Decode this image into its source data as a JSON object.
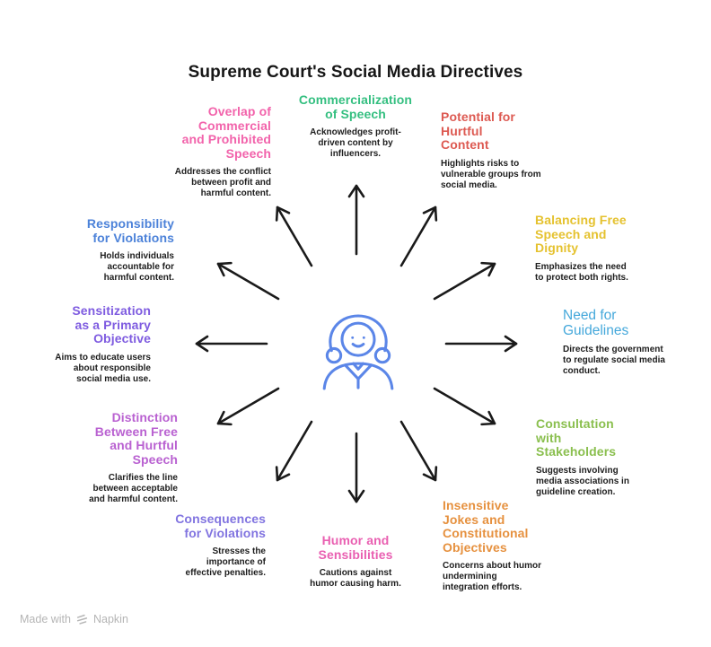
{
  "title": "Supreme Court's Social Media Directives",
  "center": {
    "icon": "judge-avatar-icon",
    "icon_color": "#5b86e8"
  },
  "arrow_color": "#1a1a1a",
  "topics": [
    {
      "id": "commercialization-of-speech",
      "heading": "Commercialization\nof Speech",
      "body": "Acknowledges profit-\ndriven content by\ninfluencers.",
      "color": "#34bf80"
    },
    {
      "id": "potential-for-hurtful-content",
      "heading": "Potential for\nHurtful\nContent",
      "body": "Highlights risks to\nvulnerable groups from\nsocial media.",
      "color": "#dd5a52"
    },
    {
      "id": "balancing-free-speech-and-dignity",
      "heading": "Balancing Free\nSpeech and\nDignity",
      "body": "Emphasizes the need\nto protect both rights.",
      "color": "#e5c22f"
    },
    {
      "id": "need-for-guidelines",
      "heading": "Need for\nGuidelines",
      "body": "Directs the government\nto regulate social media\nconduct.",
      "color": "#45a8db"
    },
    {
      "id": "consultation-with-stakeholders",
      "heading": "Consultation\nwith\nStakeholders",
      "body": "Suggests involving\nmedia associations in\nguideline creation.",
      "color": "#8abf4e"
    },
    {
      "id": "insensitive-jokes-and-constitutional-objectives",
      "heading": "Insensitive\nJokes and\nConstitutional\nObjectives",
      "body": "Concerns about humor\nundermining\nintegration efforts.",
      "color": "#e6913f"
    },
    {
      "id": "humor-and-sensibilities",
      "heading": "Humor and\nSensibilities",
      "body": "Cautions against\nhumor causing harm.",
      "color": "#e95fb1"
    },
    {
      "id": "consequences-for-violations",
      "heading": "Consequences\nfor Violations",
      "body": "Stresses the\nimportance of\neffective penalties.",
      "color": "#8174e0"
    },
    {
      "id": "distinction-between-free-and-hurtful-speech",
      "heading": "Distinction\nBetween Free\nand Hurtful\nSpeech",
      "body": "Clarifies the line\nbetween acceptable\nand harmful content.",
      "color": "#b961d1"
    },
    {
      "id": "sensitization-as-a-primary-objective",
      "heading": "Sensitization\nas a Primary\nObjective",
      "body": "Aims to educate users\nabout responsible\nsocial media use.",
      "color": "#7e5be0"
    },
    {
      "id": "responsibility-for-violations",
      "heading": "Responsibility\nfor Violations",
      "body": "Holds individuals\naccountable for\nharmful content.",
      "color": "#4c82d9"
    },
    {
      "id": "overlap-of-commercial-and-prohibited-speech",
      "heading": "Overlap of\nCommercial\nand Prohibited\nSpeech",
      "body": "Addresses the conflict\nbetween profit and\nharmful content.",
      "color": "#f263ab"
    }
  ],
  "footer": {
    "made_with": "Made with",
    "brand": "Napkin"
  }
}
